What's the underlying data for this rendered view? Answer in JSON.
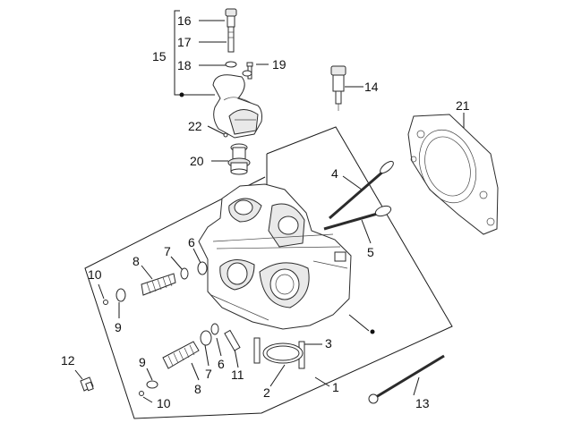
{
  "diagram": {
    "callouts": {
      "n1": "1",
      "n2": "2",
      "n3": "3",
      "n4": "4",
      "n5": "5",
      "n6a": "6",
      "n6b": "6",
      "n7a": "7",
      "n7b": "7",
      "n8a": "8",
      "n8b": "8",
      "n9a": "9",
      "n9b": "9",
      "n10a": "10",
      "n10b": "10",
      "n11": "11",
      "n12": "12",
      "n13": "13",
      "n14": "14",
      "n15": "15",
      "n16": "16",
      "n17": "17",
      "n18": "18",
      "n19": "19",
      "n20": "20",
      "n21": "21",
      "n22": "22"
    },
    "colors": {
      "ink": "#1a1a1a",
      "background": "#ffffff"
    }
  }
}
